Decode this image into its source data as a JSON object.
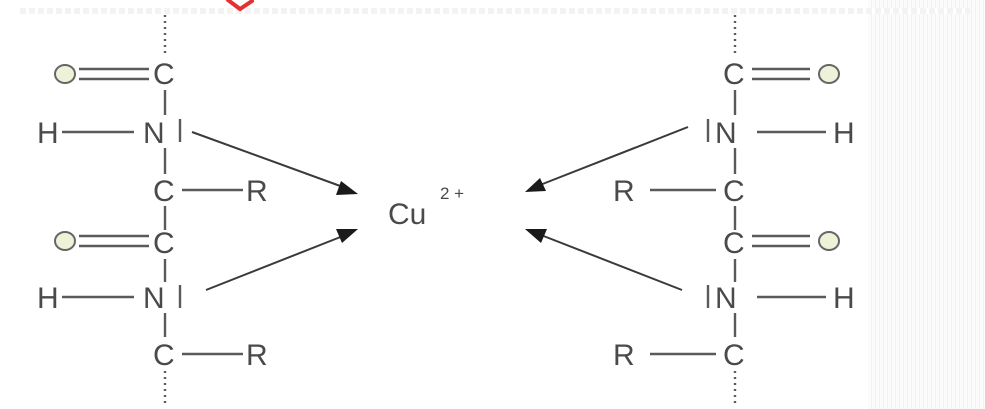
{
  "diagram": {
    "atoms": {
      "carbon": "C",
      "nitrogen": "N",
      "hydrogen": "H",
      "side_chain": "R"
    },
    "metal_ion": {
      "symbol": "Cu",
      "charge": "2 +"
    },
    "colors": {
      "oxygen_fill": "#eef2d8",
      "bond_color": "#5a5a5a",
      "arrow_color": "#1a1a1a",
      "watermark_color": "#e43030"
    }
  }
}
